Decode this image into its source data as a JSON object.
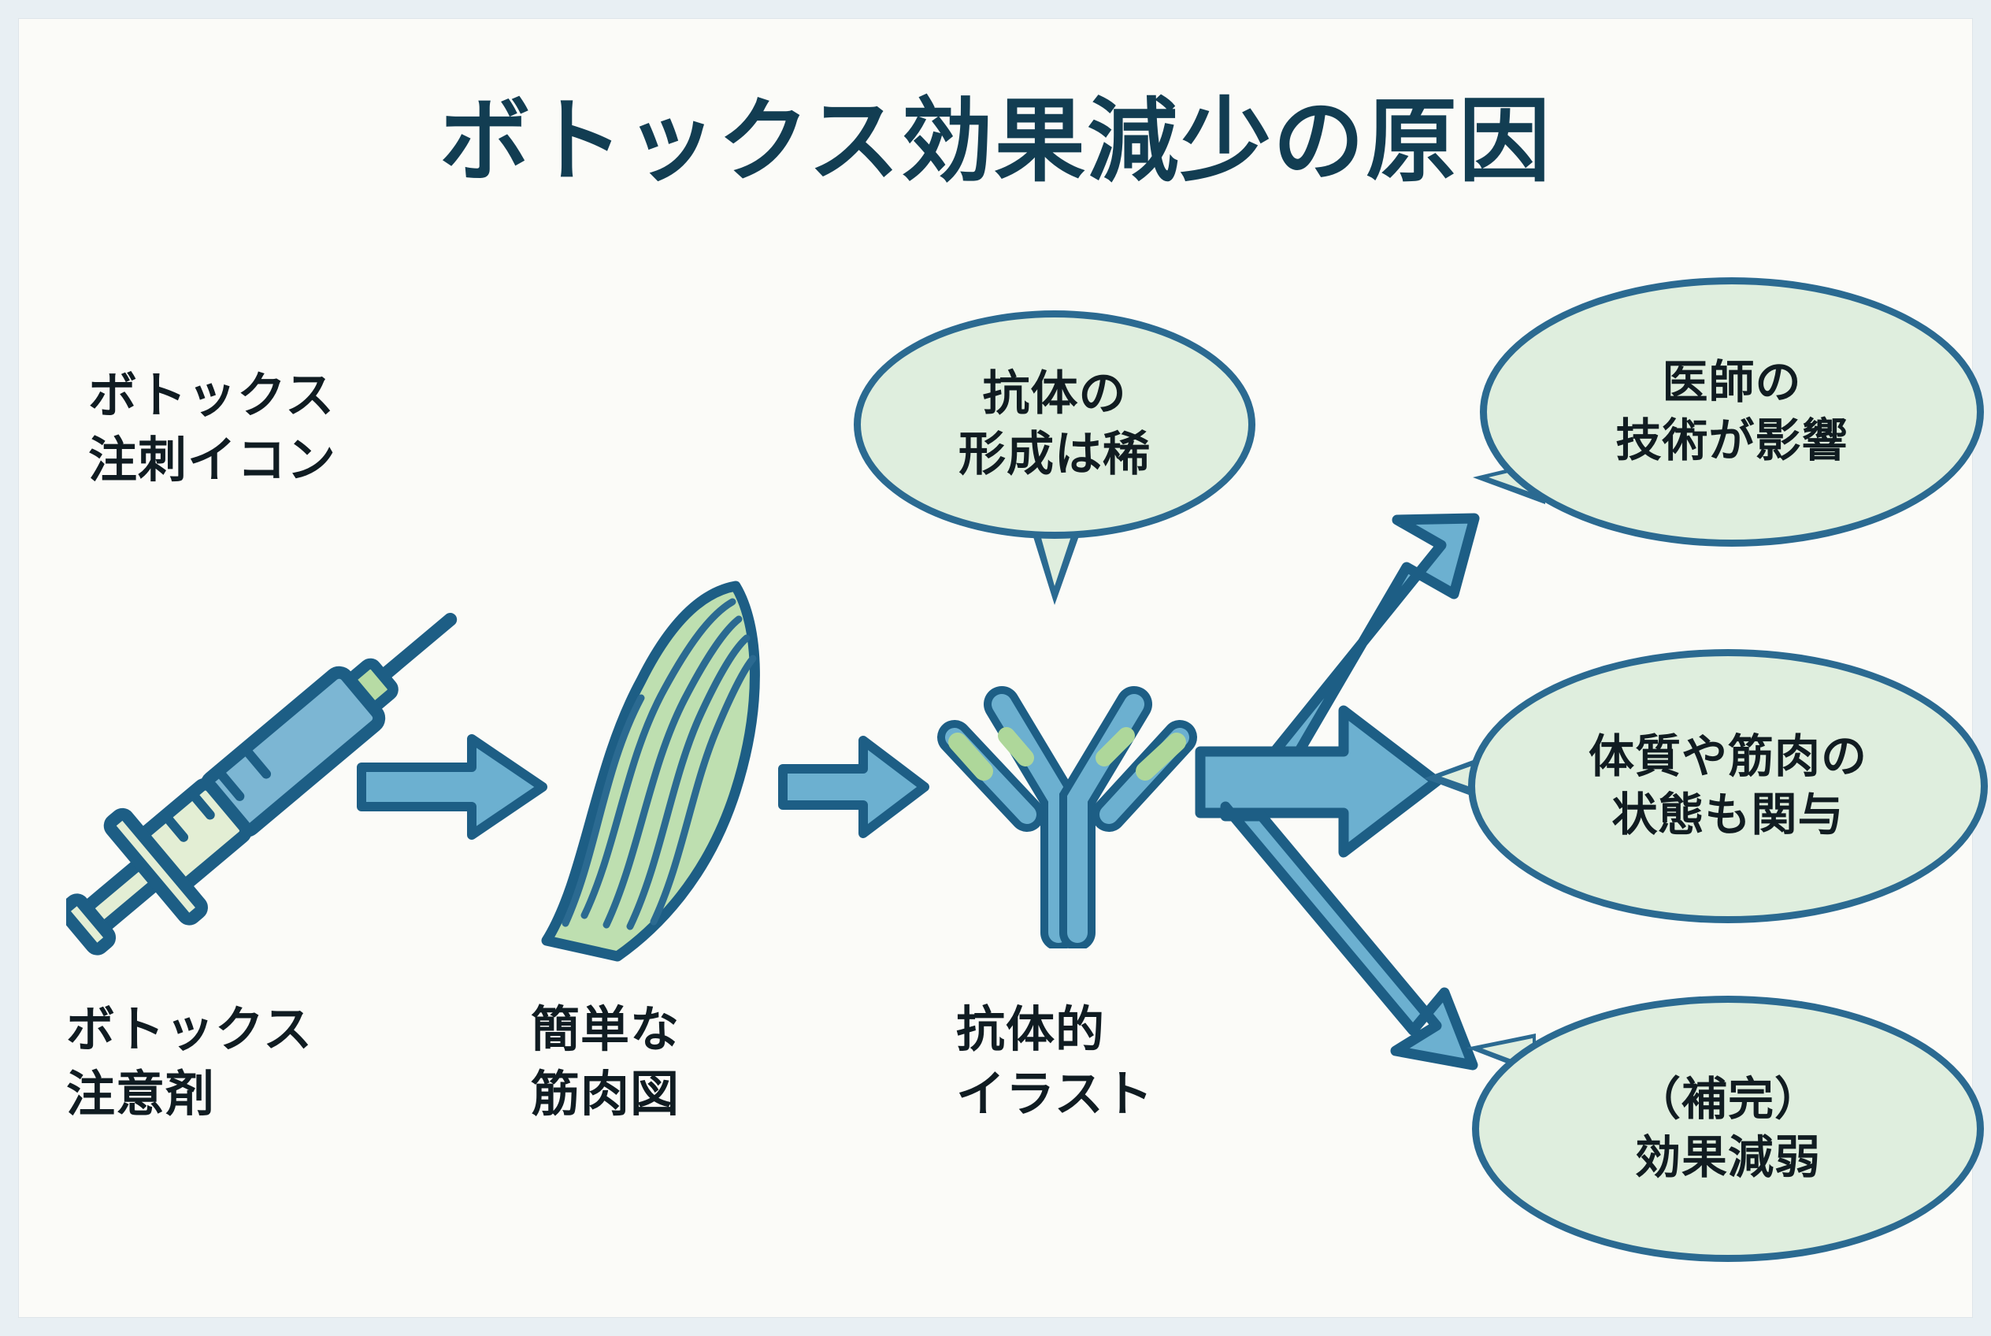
{
  "page": {
    "title": "ボトックス効果減少の原因",
    "background_color": "#e8eff3",
    "canvas_color": "#fbfbf8",
    "accent_color": "#2b6a91",
    "title_color": "#123d52",
    "bubble_fill": "#dfeede",
    "text_color": "#101c22"
  },
  "captions": {
    "top_left": "ボトックス\n注刺イコン",
    "syringe": "ボトックス\n注意剤",
    "muscle": "簡単な\n筋肉図",
    "antibody": "抗体的\nイラスト"
  },
  "bubbles": {
    "antibody_note": "抗体の\n形成は稀",
    "doctor_skill": "医師の\n技術が影響",
    "body_condition": "体質や筋肉の\n状態も関与",
    "effect_weakening": "（補完）\n効果減弱"
  },
  "icons": {
    "syringe": "syringe-icon",
    "muscle": "muscle-diagram-icon",
    "antibody": "antibody-icon",
    "arrow_1": "arrow-right-icon",
    "arrow_2": "arrow-right-icon",
    "branch": "three-way-branch-arrow-icon"
  }
}
